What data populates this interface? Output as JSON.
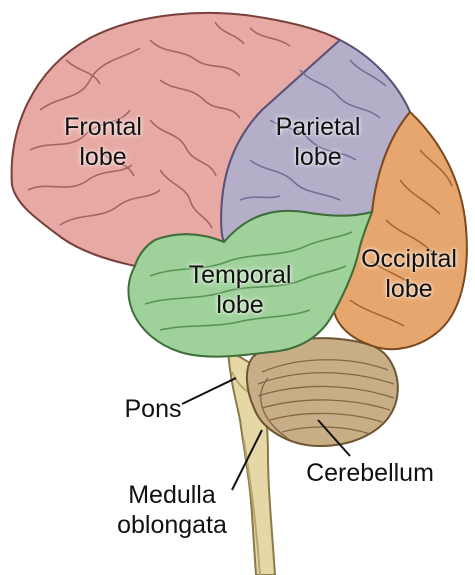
{
  "labels": {
    "frontal": {
      "line1": "Frontal",
      "line2": "lobe"
    },
    "parietal": {
      "line1": "Parietal",
      "line2": "lobe"
    },
    "temporal": {
      "line1": "Temporal",
      "line2": "lobe"
    },
    "occipital": {
      "line1": "Occipital",
      "line2": "lobe"
    },
    "pons": "Pons",
    "medulla": {
      "line1": "Medulla",
      "line2": "oblongata"
    },
    "cerebellum": "Cerebellum"
  },
  "colors": {
    "frontal": "#e7a9a3",
    "parietal": "#b4aec9",
    "temporal": "#9fd19a",
    "occipital": "#e7a66d",
    "cerebellum": "#c7ae86",
    "brainstem": "#e6d8a6"
  }
}
